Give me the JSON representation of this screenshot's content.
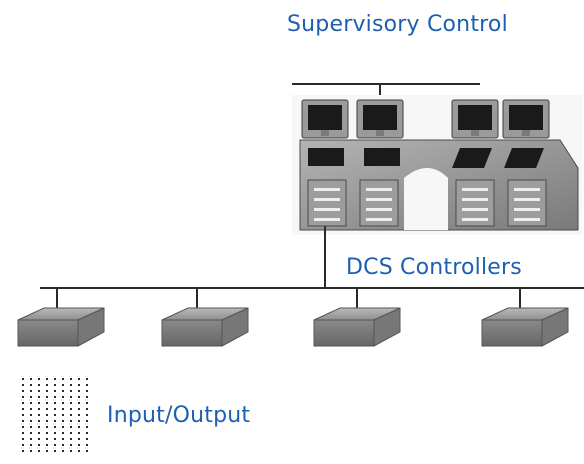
{
  "diagram": {
    "supervisory_label": "Supervisory Control",
    "dcs_label": "DCS Controllers",
    "io_label": "Input/Output",
    "text_color": "#1f5fb1",
    "line_color": "#2a2a2a",
    "equipment_color": "#8a8a8a"
  }
}
